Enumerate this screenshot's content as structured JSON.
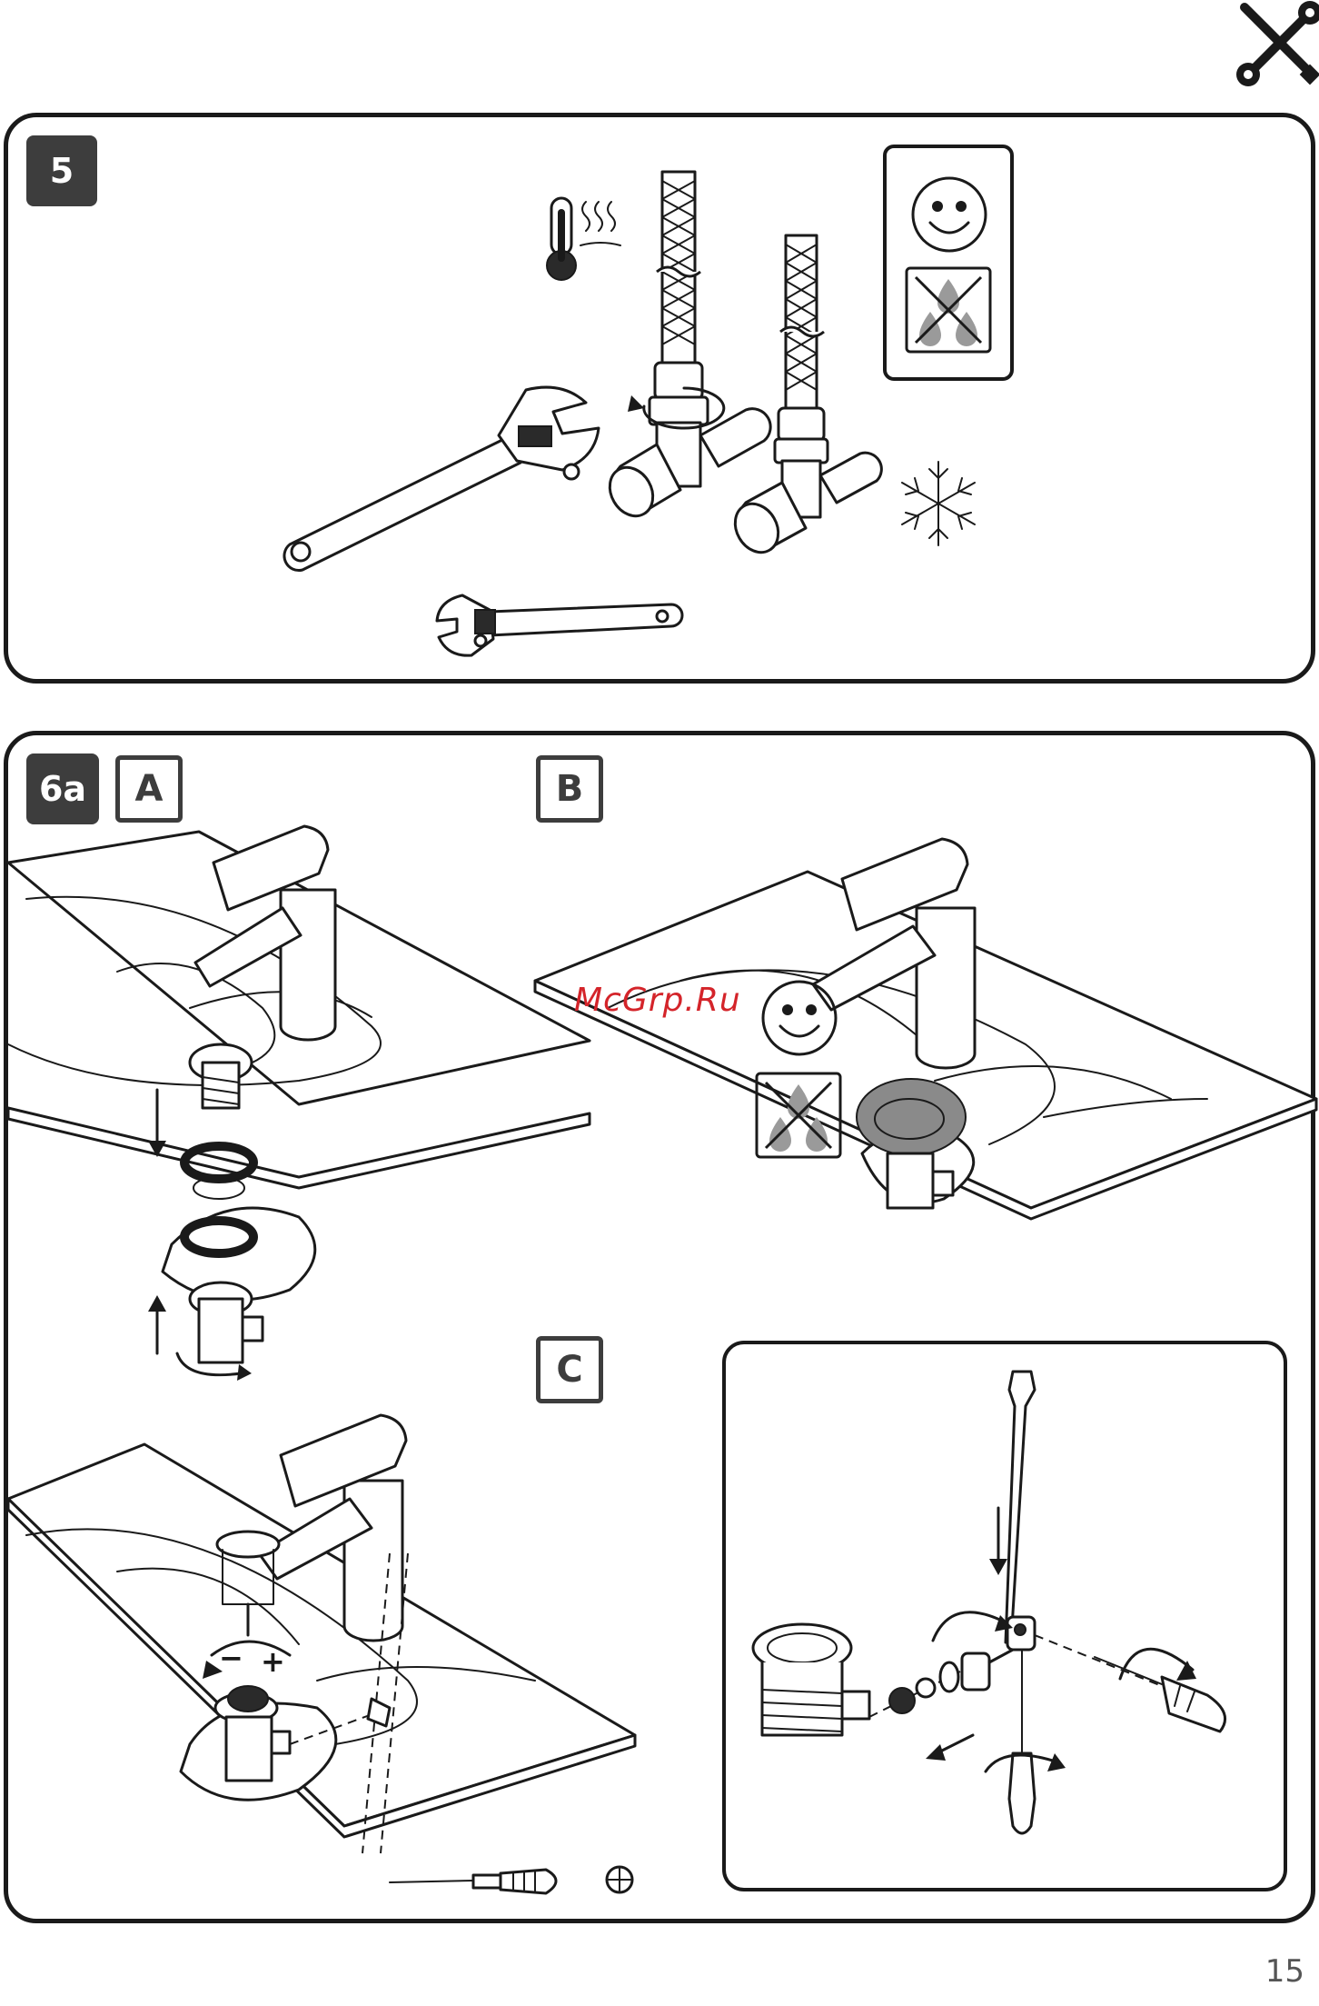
{
  "page": {
    "number": "15",
    "watermark": "McGrp.Ru"
  },
  "header": {
    "icon": "wrench-screwdriver-icon"
  },
  "step5": {
    "label": "5",
    "icons": [
      "thermometer-heat-icon",
      "snowflake-icon",
      "smiley-icon",
      "no-drip-icon",
      "adjustable-wrench-icon"
    ]
  },
  "step6a": {
    "label": "6a",
    "sub_a": "A",
    "sub_b": "B",
    "sub_c": "C",
    "minus": "−",
    "plus": "+",
    "icons": [
      "smiley-icon",
      "no-drip-icon",
      "phillips-screwdriver-icon",
      "phillips-head-icon"
    ]
  }
}
